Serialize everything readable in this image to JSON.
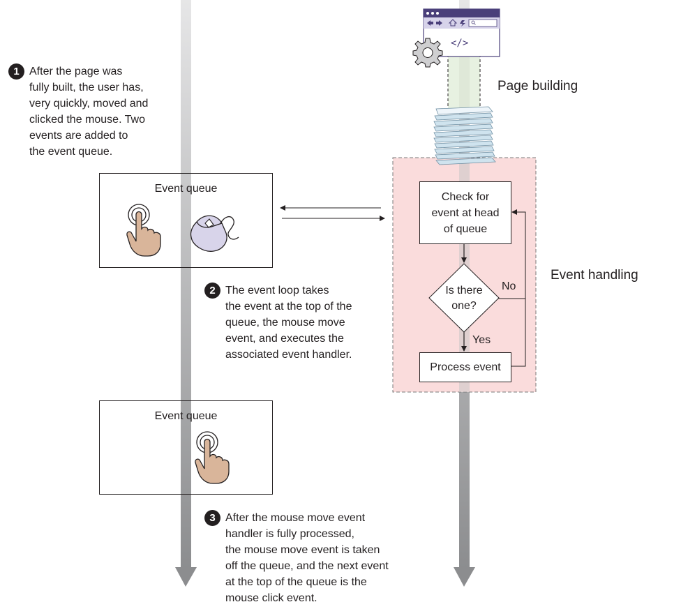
{
  "labels": {
    "page_building": "Page building",
    "event_handling": "Event handling"
  },
  "queues": [
    {
      "title": "Event queue"
    },
    {
      "title": "Event queue"
    }
  ],
  "flow": {
    "check": [
      "Check for",
      "event at head",
      "of queue"
    ],
    "decision": [
      "Is there",
      "one?"
    ],
    "process": "Process event",
    "yes": "Yes",
    "no": "No"
  },
  "browser": {
    "code": "</>"
  },
  "notes": [
    {
      "number": "1",
      "lines": [
        "After the page was",
        "fully built, the user has,",
        "very quickly, moved and",
        "clicked the mouse. Two",
        "events are added to",
        "the event queue."
      ]
    },
    {
      "number": "2",
      "lines": [
        "The event loop takes",
        "the event at the top of the",
        "queue, the mouse move",
        "event, and executes the",
        "associated event handler."
      ]
    },
    {
      "number": "3",
      "lines": [
        "After the mouse move event",
        "handler is fully processed,",
        "the mouse move event is taken",
        "off the queue, and the next event",
        "at the top of the queue is the",
        "mouse click event."
      ]
    }
  ]
}
